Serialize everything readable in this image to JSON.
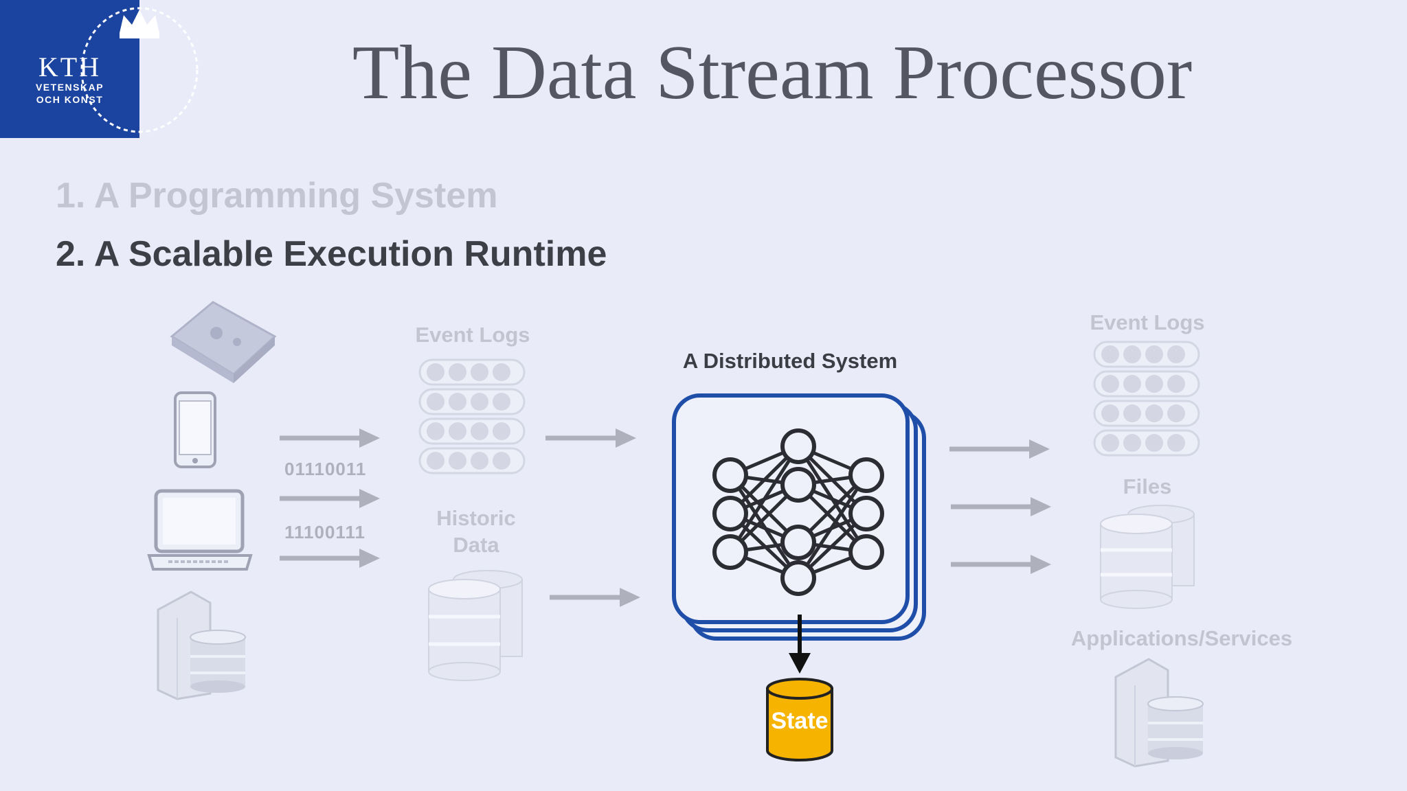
{
  "logo": {
    "name": "KTH",
    "line1": "VETENSKAP",
    "line2": "OCH KONST"
  },
  "slide": {
    "title": "The Data Stream Processor",
    "bullets": [
      "1. A Programming System",
      "2. A Scalable Execution Runtime"
    ]
  },
  "diagram": {
    "inputs": {
      "bits_top": "01110011",
      "bits_bottom": "11100111"
    },
    "middle_in": {
      "event_logs": "Event Logs",
      "historic_line1": "Historic",
      "historic_line2": "Data"
    },
    "system": {
      "label": "A Distributed System",
      "state": "State"
    },
    "outputs": {
      "event_logs": "Event Logs",
      "files": "Files",
      "apps": "Applications/Services"
    }
  },
  "colors": {
    "background": "#e9ebf8",
    "logo_blue": "#1b44a0",
    "system_blue": "#1f4ea8",
    "state_yellow": "#f6b300",
    "faded_gray": "#c2c4d0"
  },
  "icons": [
    "sensor-board-icon",
    "phone-icon",
    "laptop-icon",
    "server-icon",
    "database-icon",
    "event-log-icon",
    "neural-network-icon",
    "arrow-icon"
  ]
}
